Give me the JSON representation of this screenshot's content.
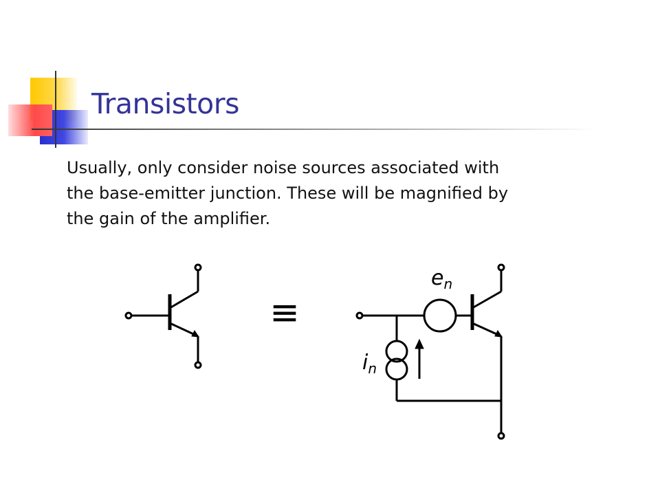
{
  "slide": {
    "title": "Transistors",
    "body_lines": [
      "Usually, only consider noise sources associated with",
      "the base-emitter junction. These will be magnified by",
      "the gain of the amplifier."
    ]
  },
  "diagram": {
    "equivalence_symbol": "≡",
    "voltage_noise_label": {
      "main": "e",
      "sub": "n"
    },
    "current_noise_label": {
      "main": "i",
      "sub": "n"
    }
  }
}
